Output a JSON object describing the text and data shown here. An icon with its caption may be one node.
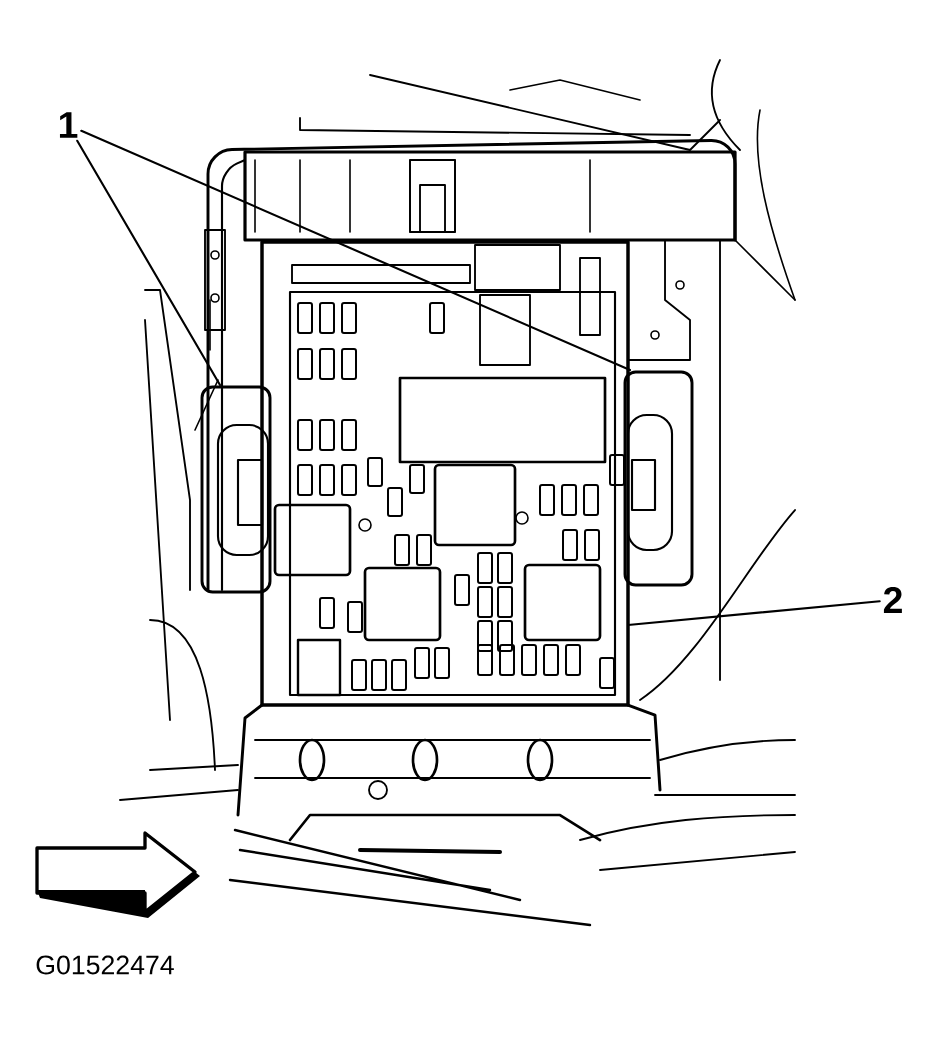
{
  "diagram": {
    "nodes": [
      {
        "text": [
          "1"
        ]
      },
      {
        "text": [
          "2"
        ]
      }
    ],
    "edges": [
      {
        "from": 0,
        "to": null,
        "arrow": "none"
      },
      {
        "from": 0,
        "to": null,
        "arrow": "none"
      },
      {
        "from": 1,
        "to": null,
        "arrow": "none"
      }
    ],
    "labels": [
      "G01522474"
    ]
  }
}
